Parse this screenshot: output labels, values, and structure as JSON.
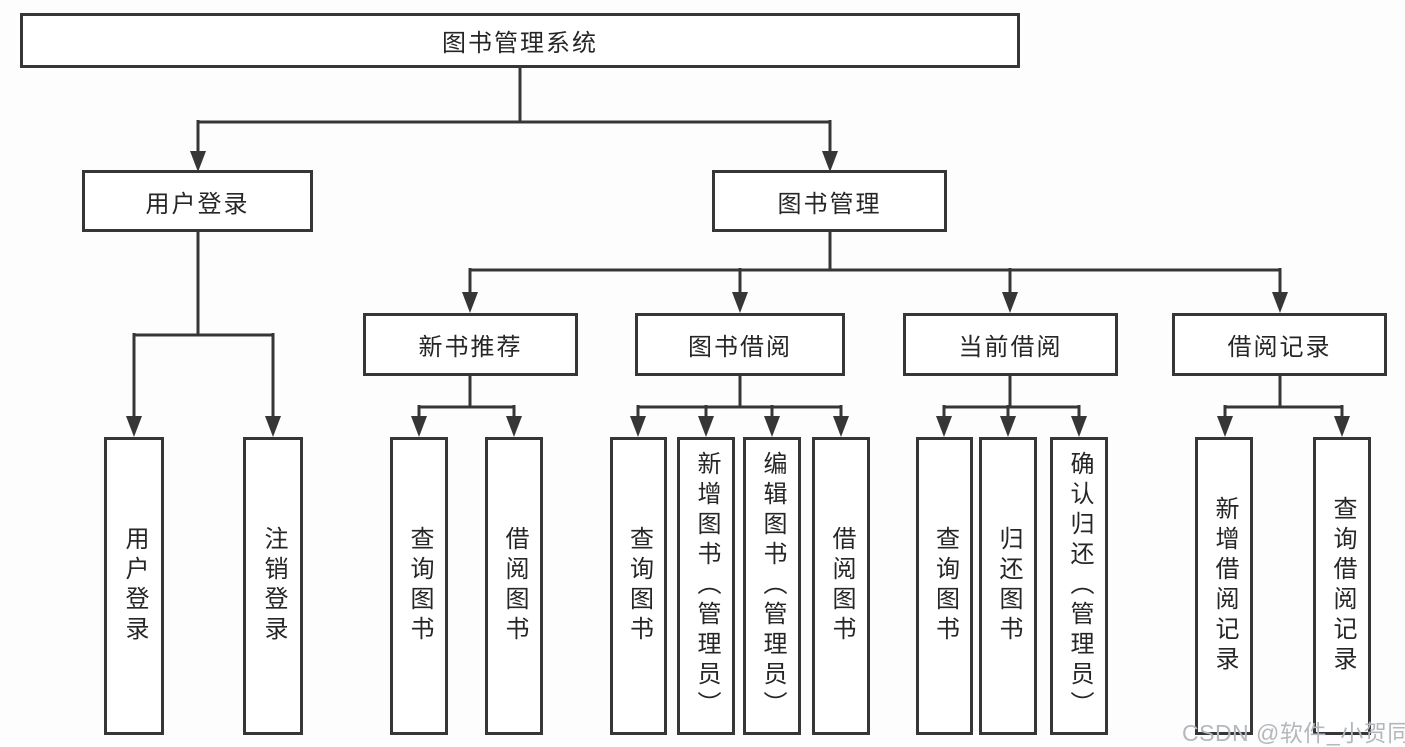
{
  "watermark": {
    "text": "CSDN @软件_小贺同学"
  },
  "diagram": {
    "root": {
      "label": "图书管理系统"
    },
    "branches": [
      {
        "label": "用户登录",
        "children": [
          {
            "label": "用户登录"
          },
          {
            "label": "注销登录"
          }
        ]
      },
      {
        "label": "图书管理",
        "children": [
          {
            "label": "新书推荐",
            "children": [
              {
                "label": "查询图书"
              },
              {
                "label": "借阅图书"
              }
            ]
          },
          {
            "label": "图书借阅",
            "children": [
              {
                "label": "查询图书"
              },
              {
                "label": "新增图书（管理员）"
              },
              {
                "label": "编辑图书（管理员）"
              },
              {
                "label": "借阅图书"
              }
            ]
          },
          {
            "label": "当前借阅",
            "children": [
              {
                "label": "查询图书"
              },
              {
                "label": "归还图书"
              },
              {
                "label": "确认归还（管理员）"
              }
            ]
          },
          {
            "label": "借阅记录",
            "children": [
              {
                "label": "新增借阅记录"
              },
              {
                "label": "查询借阅记录"
              }
            ]
          }
        ]
      }
    ]
  }
}
